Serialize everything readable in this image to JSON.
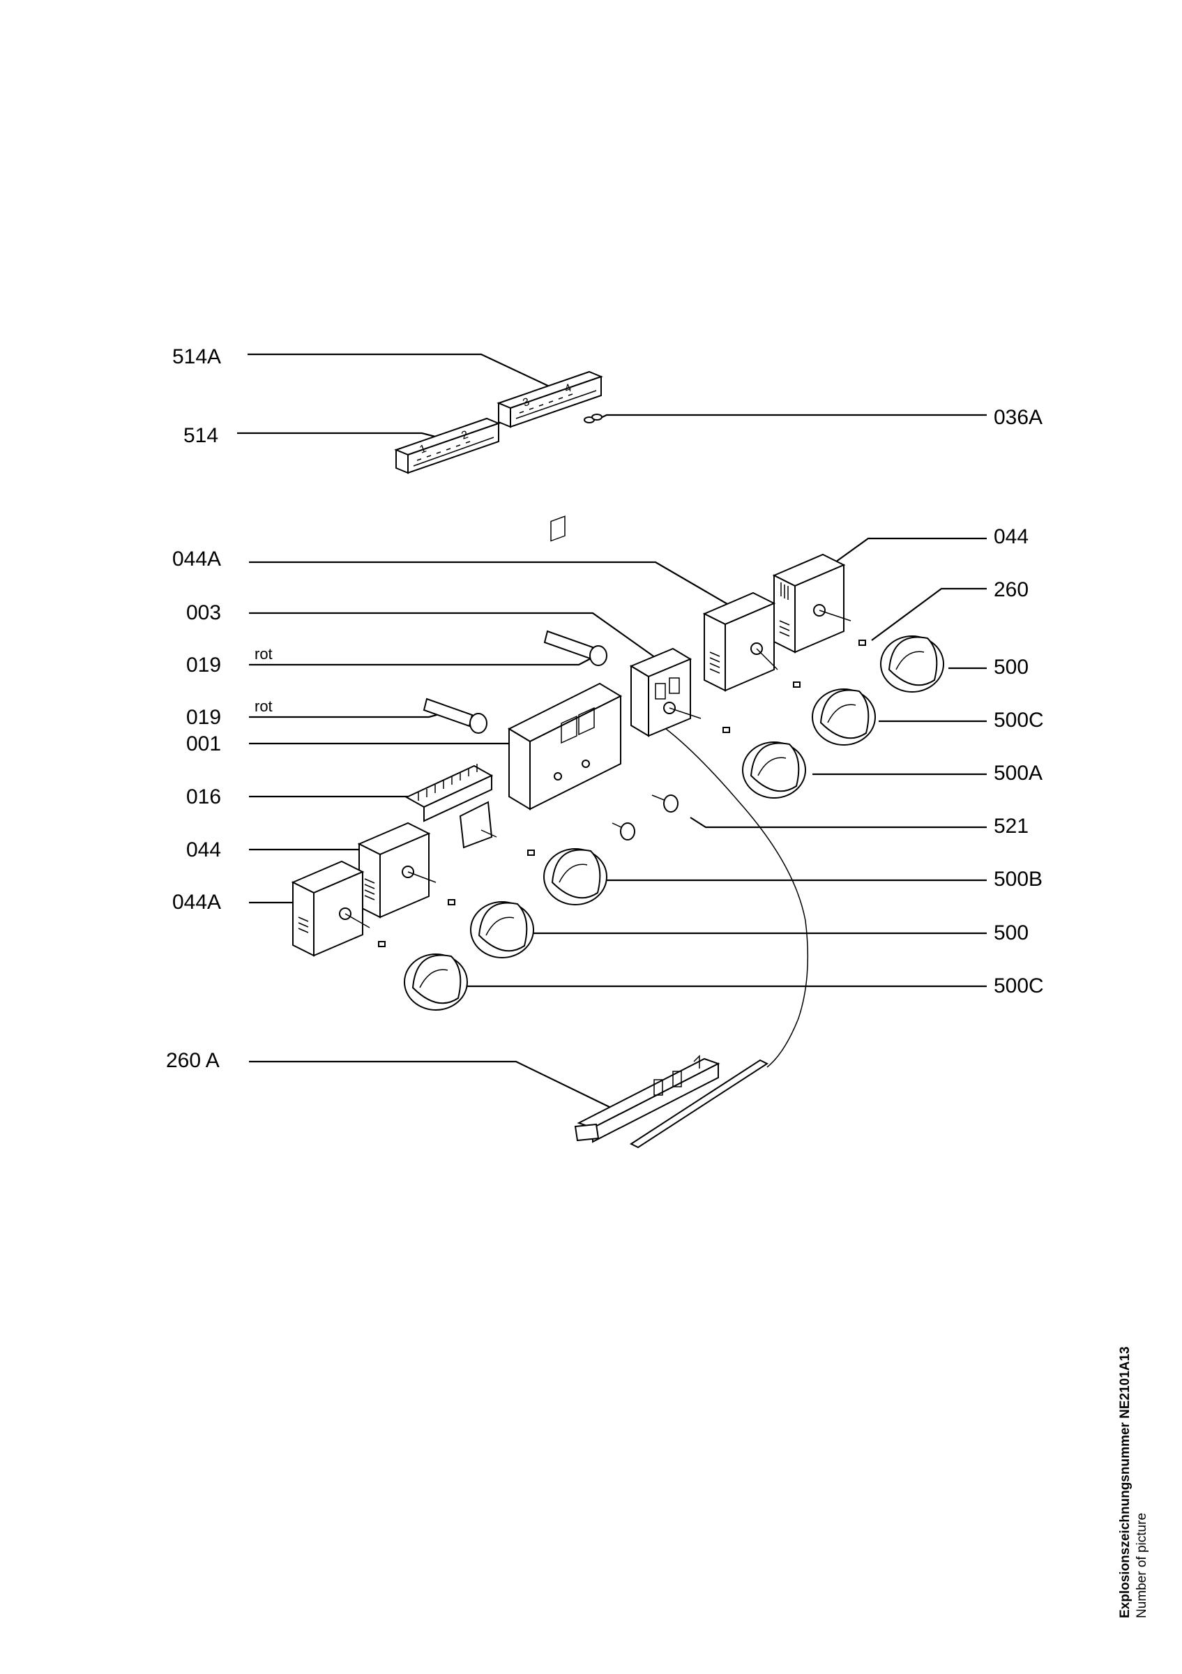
{
  "labels": {
    "l514A": "514A",
    "l514": "514",
    "l036A": "036A",
    "l044A_top": "044A",
    "l044_top": "044",
    "l260": "260",
    "l003": "003",
    "l019_a": "019",
    "rot_a": "rot",
    "l500_right": "500",
    "l019_b": "019",
    "rot_b": "rot",
    "l001": "001",
    "l500C_right": "500C",
    "l016": "016",
    "l500A": "500A",
    "l521": "521",
    "l044_bottom": "044",
    "l500B": "500B",
    "l044A_bottom": "044A",
    "l500_bottom": "500",
    "l500C_bottom": "500C",
    "l260A": "260 A"
  },
  "module_digits": {
    "d1": "1",
    "d2": "2",
    "d3": "3",
    "d4": "4"
  },
  "footer": {
    "drawing_number": "Explosionszeichnungsnummer NE2101A13",
    "caption": "Number of picture"
  }
}
